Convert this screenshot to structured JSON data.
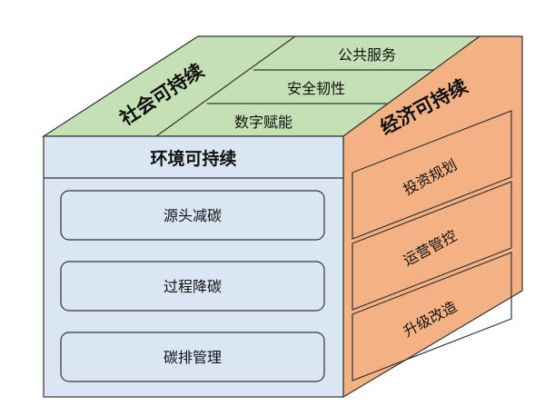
{
  "top_face": {
    "title": "社会可持续",
    "rows": [
      "公共服务",
      "安全韧性",
      "数字赋能"
    ],
    "fill": "#c5e0b4"
  },
  "front_face": {
    "title": "环境可持续",
    "items": [
      "源头减碳",
      "过程降碳",
      "碳排管理"
    ],
    "fill": "#dae6f3"
  },
  "right_face": {
    "title": "经济可持续",
    "items": [
      "投资规划",
      "运营管控",
      "升级改造"
    ],
    "fill": "#f4b183"
  },
  "colors": {
    "outline": "#333333",
    "text": "#111111"
  }
}
